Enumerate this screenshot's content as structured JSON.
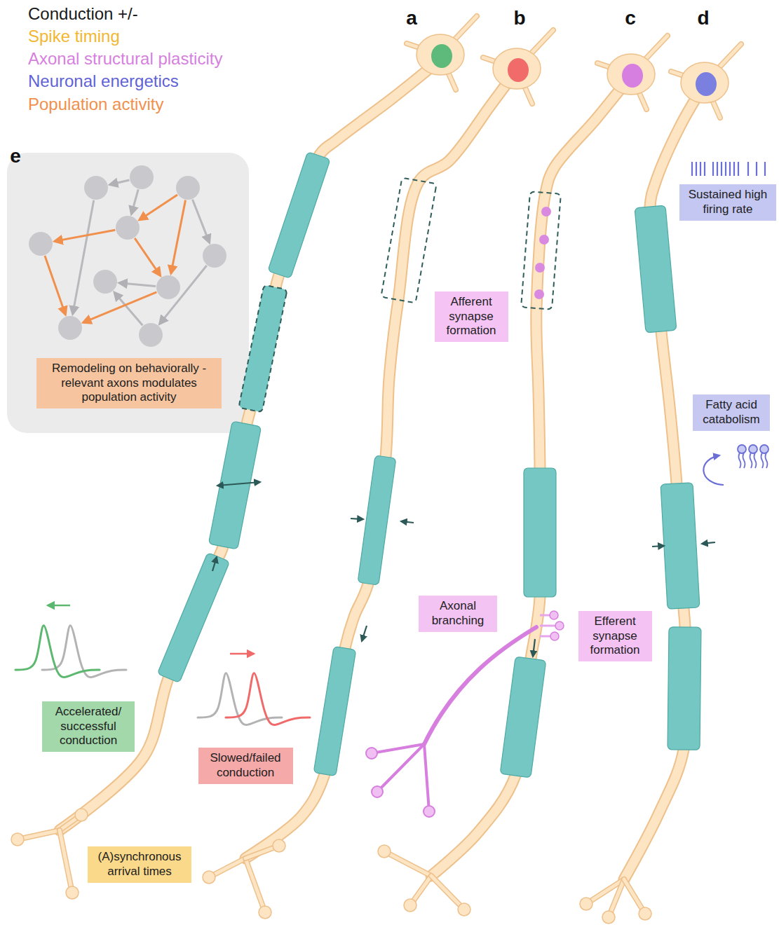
{
  "diagram": {
    "nodes": [
      {
        "text": [
          "Sustained high firing rate"
        ]
      },
      {
        "text": [
          "Afferent synapse formation"
        ]
      },
      {
        "text": [
          "Remodeling on behaviorally -relevant axons modulates population activity"
        ]
      },
      {
        "text": [
          "Fatty acid catabolism"
        ]
      },
      {
        "text": [
          "Axonal branching"
        ]
      },
      {
        "text": [
          "Efferent synapse formation"
        ]
      },
      {
        "text": [
          "Accelerated/ successful conduction"
        ]
      },
      {
        "text": [
          "Slowed/failed conduction"
        ]
      },
      {
        "text": [
          "(A)synchronous arrival times"
        ]
      }
    ],
    "labels": [
      "a",
      "b",
      "c",
      "d",
      "e"
    ],
    "legend": [
      {
        "text": "Conduction +/-",
        "color": "#1a1a1a"
      },
      {
        "text": "Spike timing",
        "color": "#f2b632"
      },
      {
        "text": "Axonal structural plasticity",
        "color": "#d77fdf"
      },
      {
        "text": "Neuronal energetics",
        "color": "#5f62d6"
      },
      {
        "text": "Population activity",
        "color": "#f0904c"
      }
    ]
  }
}
